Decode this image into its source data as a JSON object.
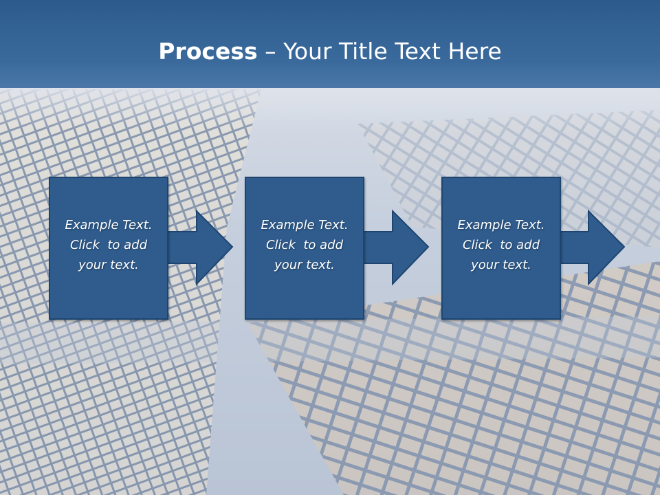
{
  "slide": {
    "title_bold": "Process",
    "title_rest": " – Your Title Text Here",
    "colors": {
      "header": "#2d5a8c",
      "box": "#2f5c8d",
      "box_border": "#1e4570",
      "text": "#ffffff"
    }
  },
  "steps": [
    {
      "line1": "Example Text.",
      "line2": "Click  to add",
      "line3": "your text."
    },
    {
      "line1": "Example Text.",
      "line2": "Click  to add",
      "line3": "your text."
    },
    {
      "line1": "Example Text.",
      "line2": "Click  to add",
      "line3": "your text."
    }
  ]
}
